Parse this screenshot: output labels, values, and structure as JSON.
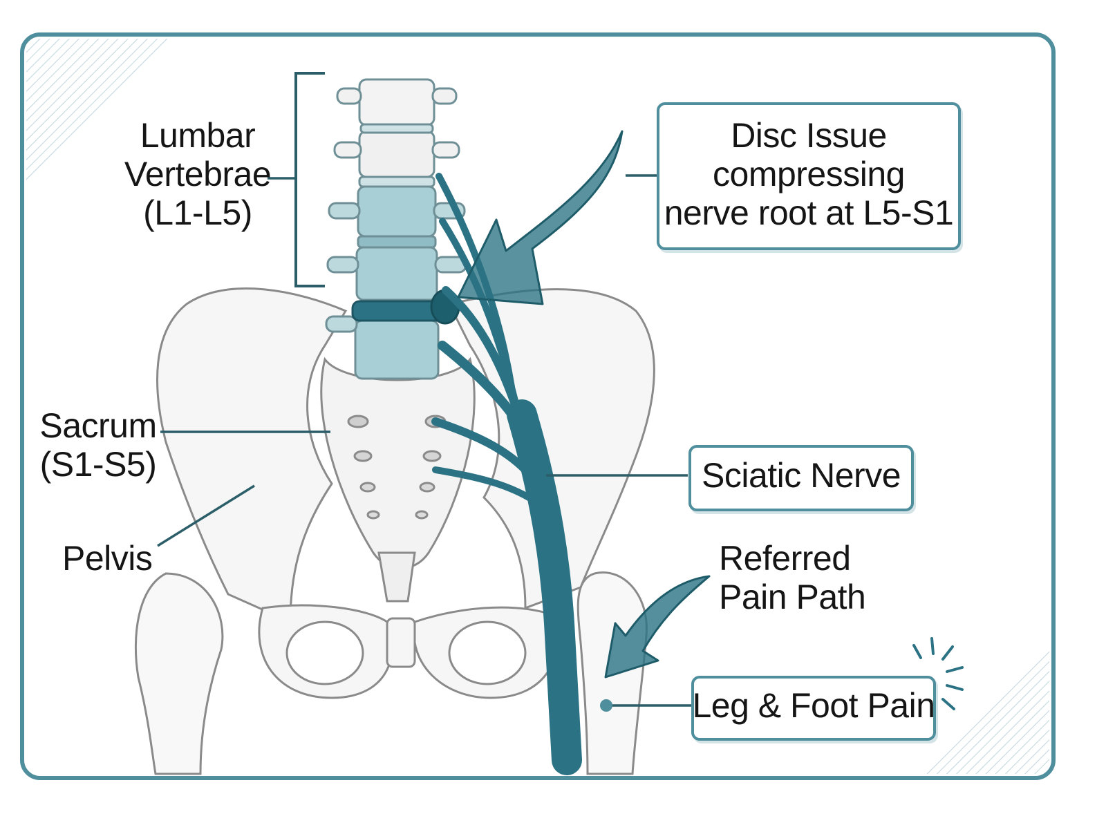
{
  "colors": {
    "accent": "#2b7384",
    "accent_light": "#a9cfd6",
    "frame": "#4f8e9c",
    "bone_stroke": "#8a8a8a",
    "text": "#151515"
  },
  "labels": {
    "lumbar": [
      "Lumbar",
      "Vertebrae",
      "(L1-L5)"
    ],
    "sacrum": [
      "Sacrum",
      "(S1-S5)"
    ],
    "pelvis": "Pelvis",
    "disc_issue": [
      "Disc Issue",
      "compressing",
      "nerve root at L5-S1"
    ],
    "sciatic": "Sciatic Nerve",
    "referred": [
      "Referred",
      "Pain Path"
    ],
    "leg_pain": "Leg & Foot Pain"
  },
  "icons": [
    "pain-burst-icon",
    "disc-pointer-arrow-icon",
    "referred-pain-arrow-icon"
  ]
}
